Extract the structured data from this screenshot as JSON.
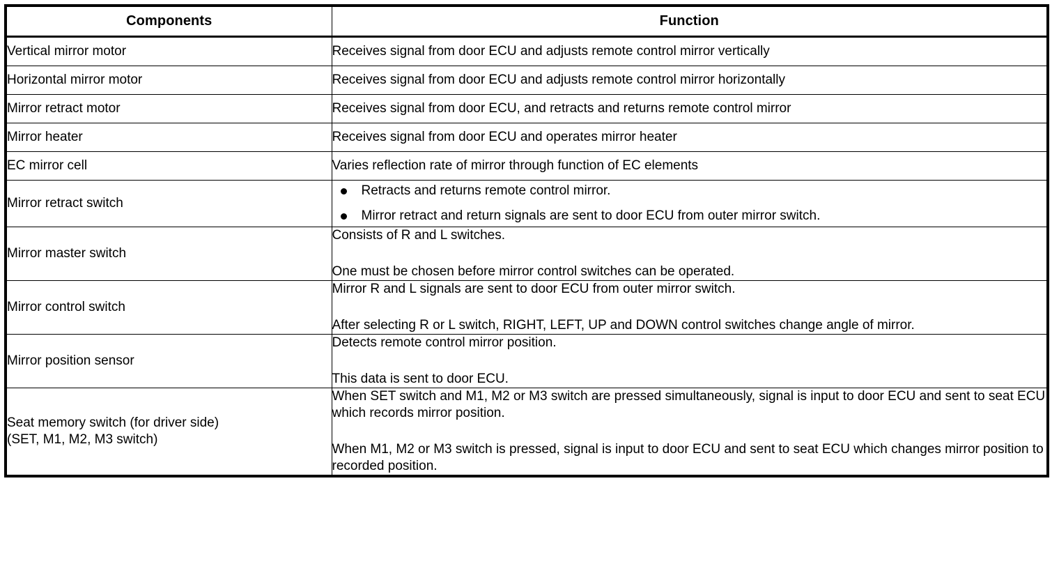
{
  "table": {
    "headers": {
      "components": "Components",
      "function": "Function"
    },
    "rows": [
      {
        "component": "Vertical mirror motor",
        "function_paragraphs": [
          "Receives signal from door ECU and adjusts remote control mirror vertically"
        ]
      },
      {
        "component": "Horizontal mirror motor",
        "function_paragraphs": [
          "Receives signal from door ECU and adjusts remote control mirror horizontally"
        ]
      },
      {
        "component": "Mirror retract motor",
        "function_paragraphs": [
          "Receives signal from door ECU, and retracts and returns remote control mirror"
        ]
      },
      {
        "component": "Mirror heater",
        "function_paragraphs": [
          "Receives signal from door ECU and operates mirror heater"
        ]
      },
      {
        "component": "EC mirror cell",
        "function_paragraphs": [
          "Varies reflection rate of mirror through function of EC elements"
        ]
      },
      {
        "component": "Mirror retract switch",
        "function_bullets": [
          "Retracts and returns remote control mirror.",
          "Mirror retract and return signals are sent to door ECU from outer mirror switch."
        ]
      },
      {
        "component": "Mirror master switch",
        "function_paragraphs": [
          "Consists of R and L switches.",
          "One must be chosen before mirror control switches can be operated."
        ]
      },
      {
        "component": "Mirror control switch",
        "function_paragraphs": [
          "Mirror R and L signals are sent to door ECU from outer mirror switch.",
          "After selecting R or L switch, RIGHT, LEFT, UP and DOWN control switches change angle of mirror."
        ]
      },
      {
        "component": "Mirror position sensor",
        "function_paragraphs": [
          "Detects remote control mirror position.",
          "This data is sent to door ECU."
        ]
      },
      {
        "component_line1": "Seat memory switch (for driver side)",
        "component_line2": "(SET, M1, M2, M3 switch)",
        "function_paragraphs": [
          "When SET switch and M1, M2 or M3 switch are pressed simultaneously, signal is input to door ECU and sent to seat ECU which records mirror position.",
          "When M1, M2 or M3 switch is pressed, signal is input to door ECU and sent to seat ECU which changes mirror position to recorded position."
        ]
      }
    ]
  },
  "colors": {
    "border": "#000000",
    "text": "#000000",
    "background": "#ffffff"
  }
}
